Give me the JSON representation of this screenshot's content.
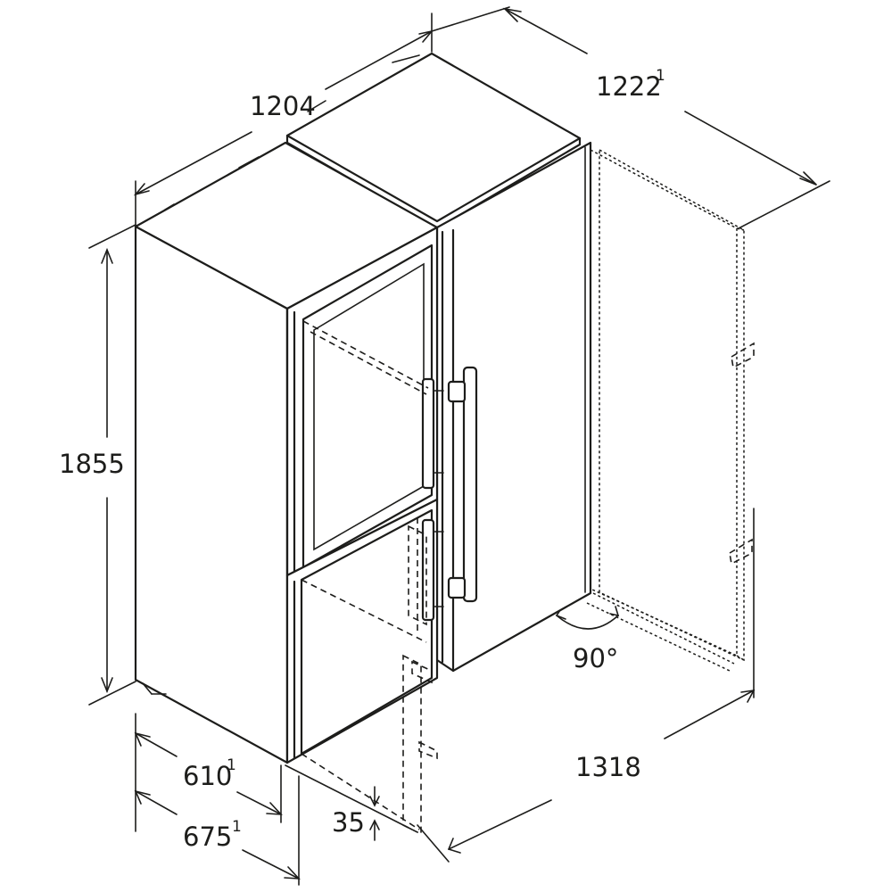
{
  "dimensions": {
    "width_total": "1204",
    "depth_open": "1222",
    "depth_open_note": "1",
    "height": "1855",
    "depth_body": "610",
    "depth_body_note": "1",
    "depth_handle": "675",
    "depth_handle_note": "1",
    "door_open_width": "1318",
    "foot_gap": "35",
    "door_angle": "90°"
  }
}
